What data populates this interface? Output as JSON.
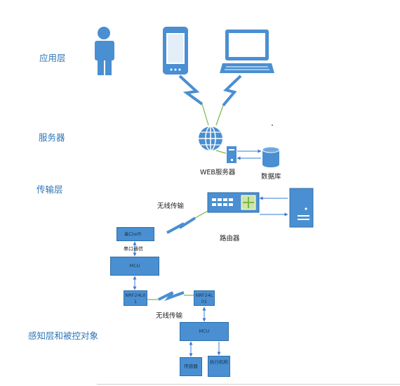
{
  "layers": {
    "application": "应用层",
    "service": "服务器",
    "transport": "传输层",
    "perception": "感知层和被控对象"
  },
  "captions": {
    "web_server": "WEB服务器",
    "database": "数据库",
    "router": "路由器",
    "wireless_top": "无线传输",
    "wireless_bottom": "无线传输"
  },
  "boxes": {
    "serial_wifi": "串口wifi",
    "serial_comm": "串口通信",
    "mcu_left": "MCU",
    "nrf_left": "NRF24L01",
    "nrf_right": "NRF24L01",
    "mcu_right": "MCU",
    "sensor": "传感器",
    "actuator": "执行机构"
  },
  "icons": [
    "user-icon",
    "smartphone-icon",
    "laptop-icon",
    "globe-icon",
    "server-icon",
    "database-icon",
    "router-icon",
    "tower-server-icon",
    "lightning-icon"
  ],
  "colors": {
    "accent": "#4a8fd1",
    "label": "#2e75b6",
    "connector": "#7ab648",
    "arrow": "#3a7bd5"
  }
}
